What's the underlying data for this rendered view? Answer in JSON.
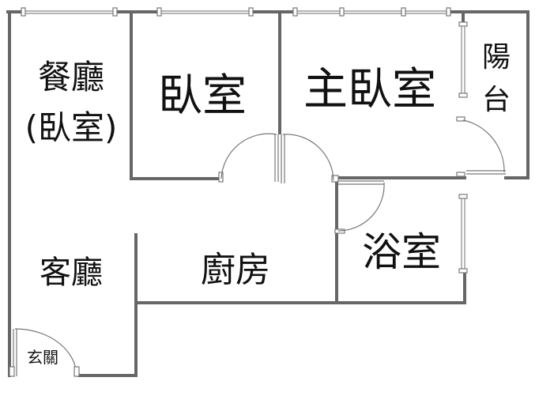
{
  "rooms": {
    "dining": {
      "line1": "餐廳",
      "line2": "(臥室)"
    },
    "bedroom": "臥室",
    "master_bedroom": "主臥室",
    "balcony": {
      "line1": "陽",
      "line2": "台"
    },
    "kitchen": "廚房",
    "bathroom": "浴室",
    "living_room": "客廳",
    "entrance": "玄關"
  },
  "colors": {
    "wall": "#666666",
    "text": "#111111",
    "background": "#ffffff"
  }
}
